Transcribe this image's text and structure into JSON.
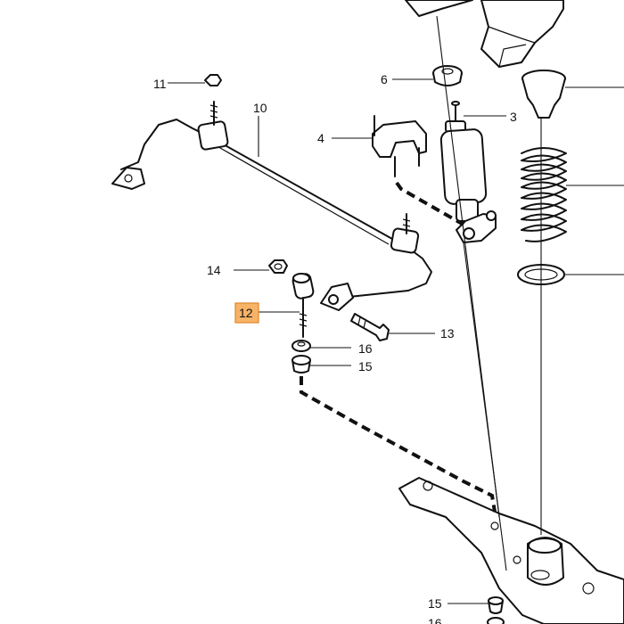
{
  "diagram": {
    "callouts": [
      {
        "id": "c11",
        "text": "11"
      },
      {
        "id": "c10",
        "text": "10"
      },
      {
        "id": "c6",
        "text": "6"
      },
      {
        "id": "c3",
        "text": "3"
      },
      {
        "id": "c4",
        "text": "4"
      },
      {
        "id": "c14",
        "text": "14"
      },
      {
        "id": "c12",
        "text": "12",
        "highlighted": true
      },
      {
        "id": "c13",
        "text": "13"
      },
      {
        "id": "c16a",
        "text": "16"
      },
      {
        "id": "c15a",
        "text": "15"
      },
      {
        "id": "c15b",
        "text": "15"
      },
      {
        "id": "c16b",
        "text": "16"
      }
    ],
    "highlight_color": "#f7b366",
    "line_color": "#111111"
  }
}
